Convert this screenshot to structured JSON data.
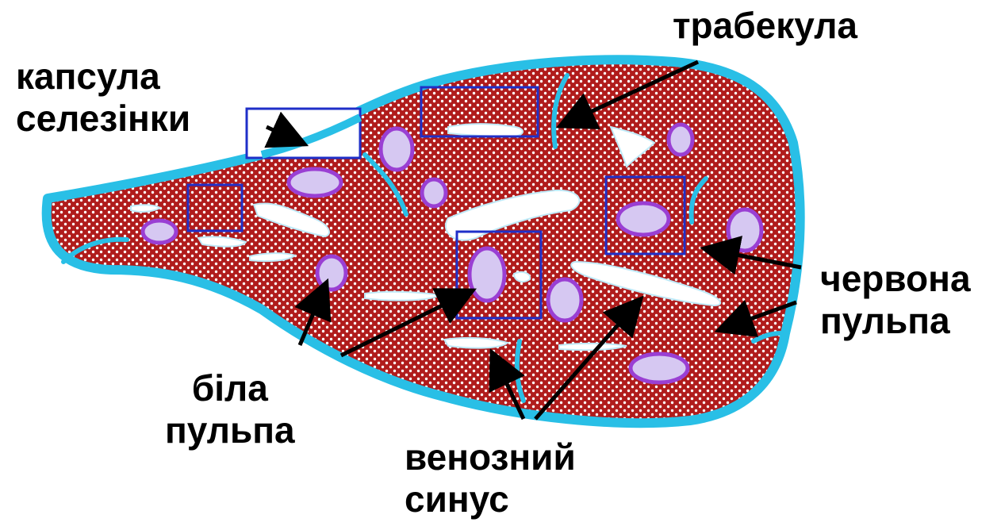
{
  "colors": {
    "capsule": "#29bfe6",
    "parenchyma": "#b01c1c",
    "dots": "#ffffff",
    "white_pulp_fill": "#d6c8f2",
    "white_pulp_stroke": "#9a3fd3",
    "boxes": "#1f2fc8",
    "arrows": "#000000",
    "sinus_fill": "#ffffff"
  },
  "labels": {
    "trabecula": "трабекула",
    "capsule": [
      "капсула",
      "селезінки"
    ],
    "red_pulp": [
      "червона",
      "пульпа"
    ],
    "white_pulp": [
      "біла",
      "пульпа"
    ],
    "venous_sinus": [
      "венозний",
      "синус"
    ]
  }
}
